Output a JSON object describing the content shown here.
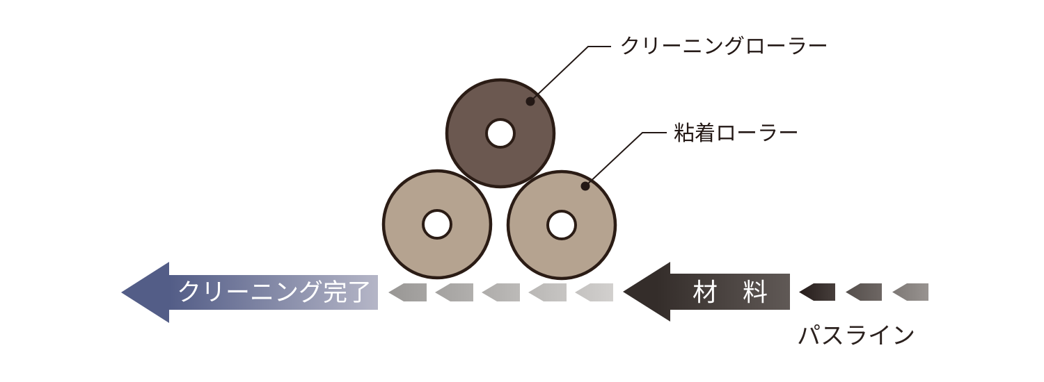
{
  "diagram": {
    "title_hint": "cleaning-roller-process-diagram",
    "labels": {
      "cleaning_roller": "クリーニングローラー",
      "adhesive_roller": "粘着ローラー",
      "passline": "パスライン"
    },
    "arrows": {
      "cleaning_done": {
        "label": "クリーニング完了"
      },
      "material": {
        "label": "材　料"
      }
    },
    "colors": {
      "background": "#ffffff",
      "text": "#231815",
      "leader_line": "#231815",
      "roller_outline": "#2b1c15",
      "cleaning_roller_fill": "#6b5850",
      "adhesive_roller_fill": "#b5a390",
      "roller_hole_fill": "#ffffff",
      "arrow_text": "#ffffff",
      "clean_arrow_head": "#535d87",
      "clean_arrow_tail": "#b5b6c7",
      "material_arrow_head": "#342d2a",
      "material_arrow_tail": "#605956",
      "passline_text": "#2b211e"
    },
    "flow_chevrons": {
      "gray": [
        {
          "from": "#989694",
          "to": "#a6a4a2"
        },
        {
          "from": "#a3a19f",
          "to": "#b1afad"
        },
        {
          "from": "#aeacaa",
          "to": "#bcbab8"
        },
        {
          "from": "#b9b7b5",
          "to": "#c7c5c3"
        },
        {
          "from": "#c4c2c0",
          "to": "#d2d0ce"
        }
      ],
      "dark": [
        {
          "from": "#251c1a",
          "to": "#473f3c"
        },
        {
          "from": "#544e4b",
          "to": "#6e6764"
        },
        {
          "from": "#7d7875",
          "to": "#989390"
        }
      ]
    }
  }
}
